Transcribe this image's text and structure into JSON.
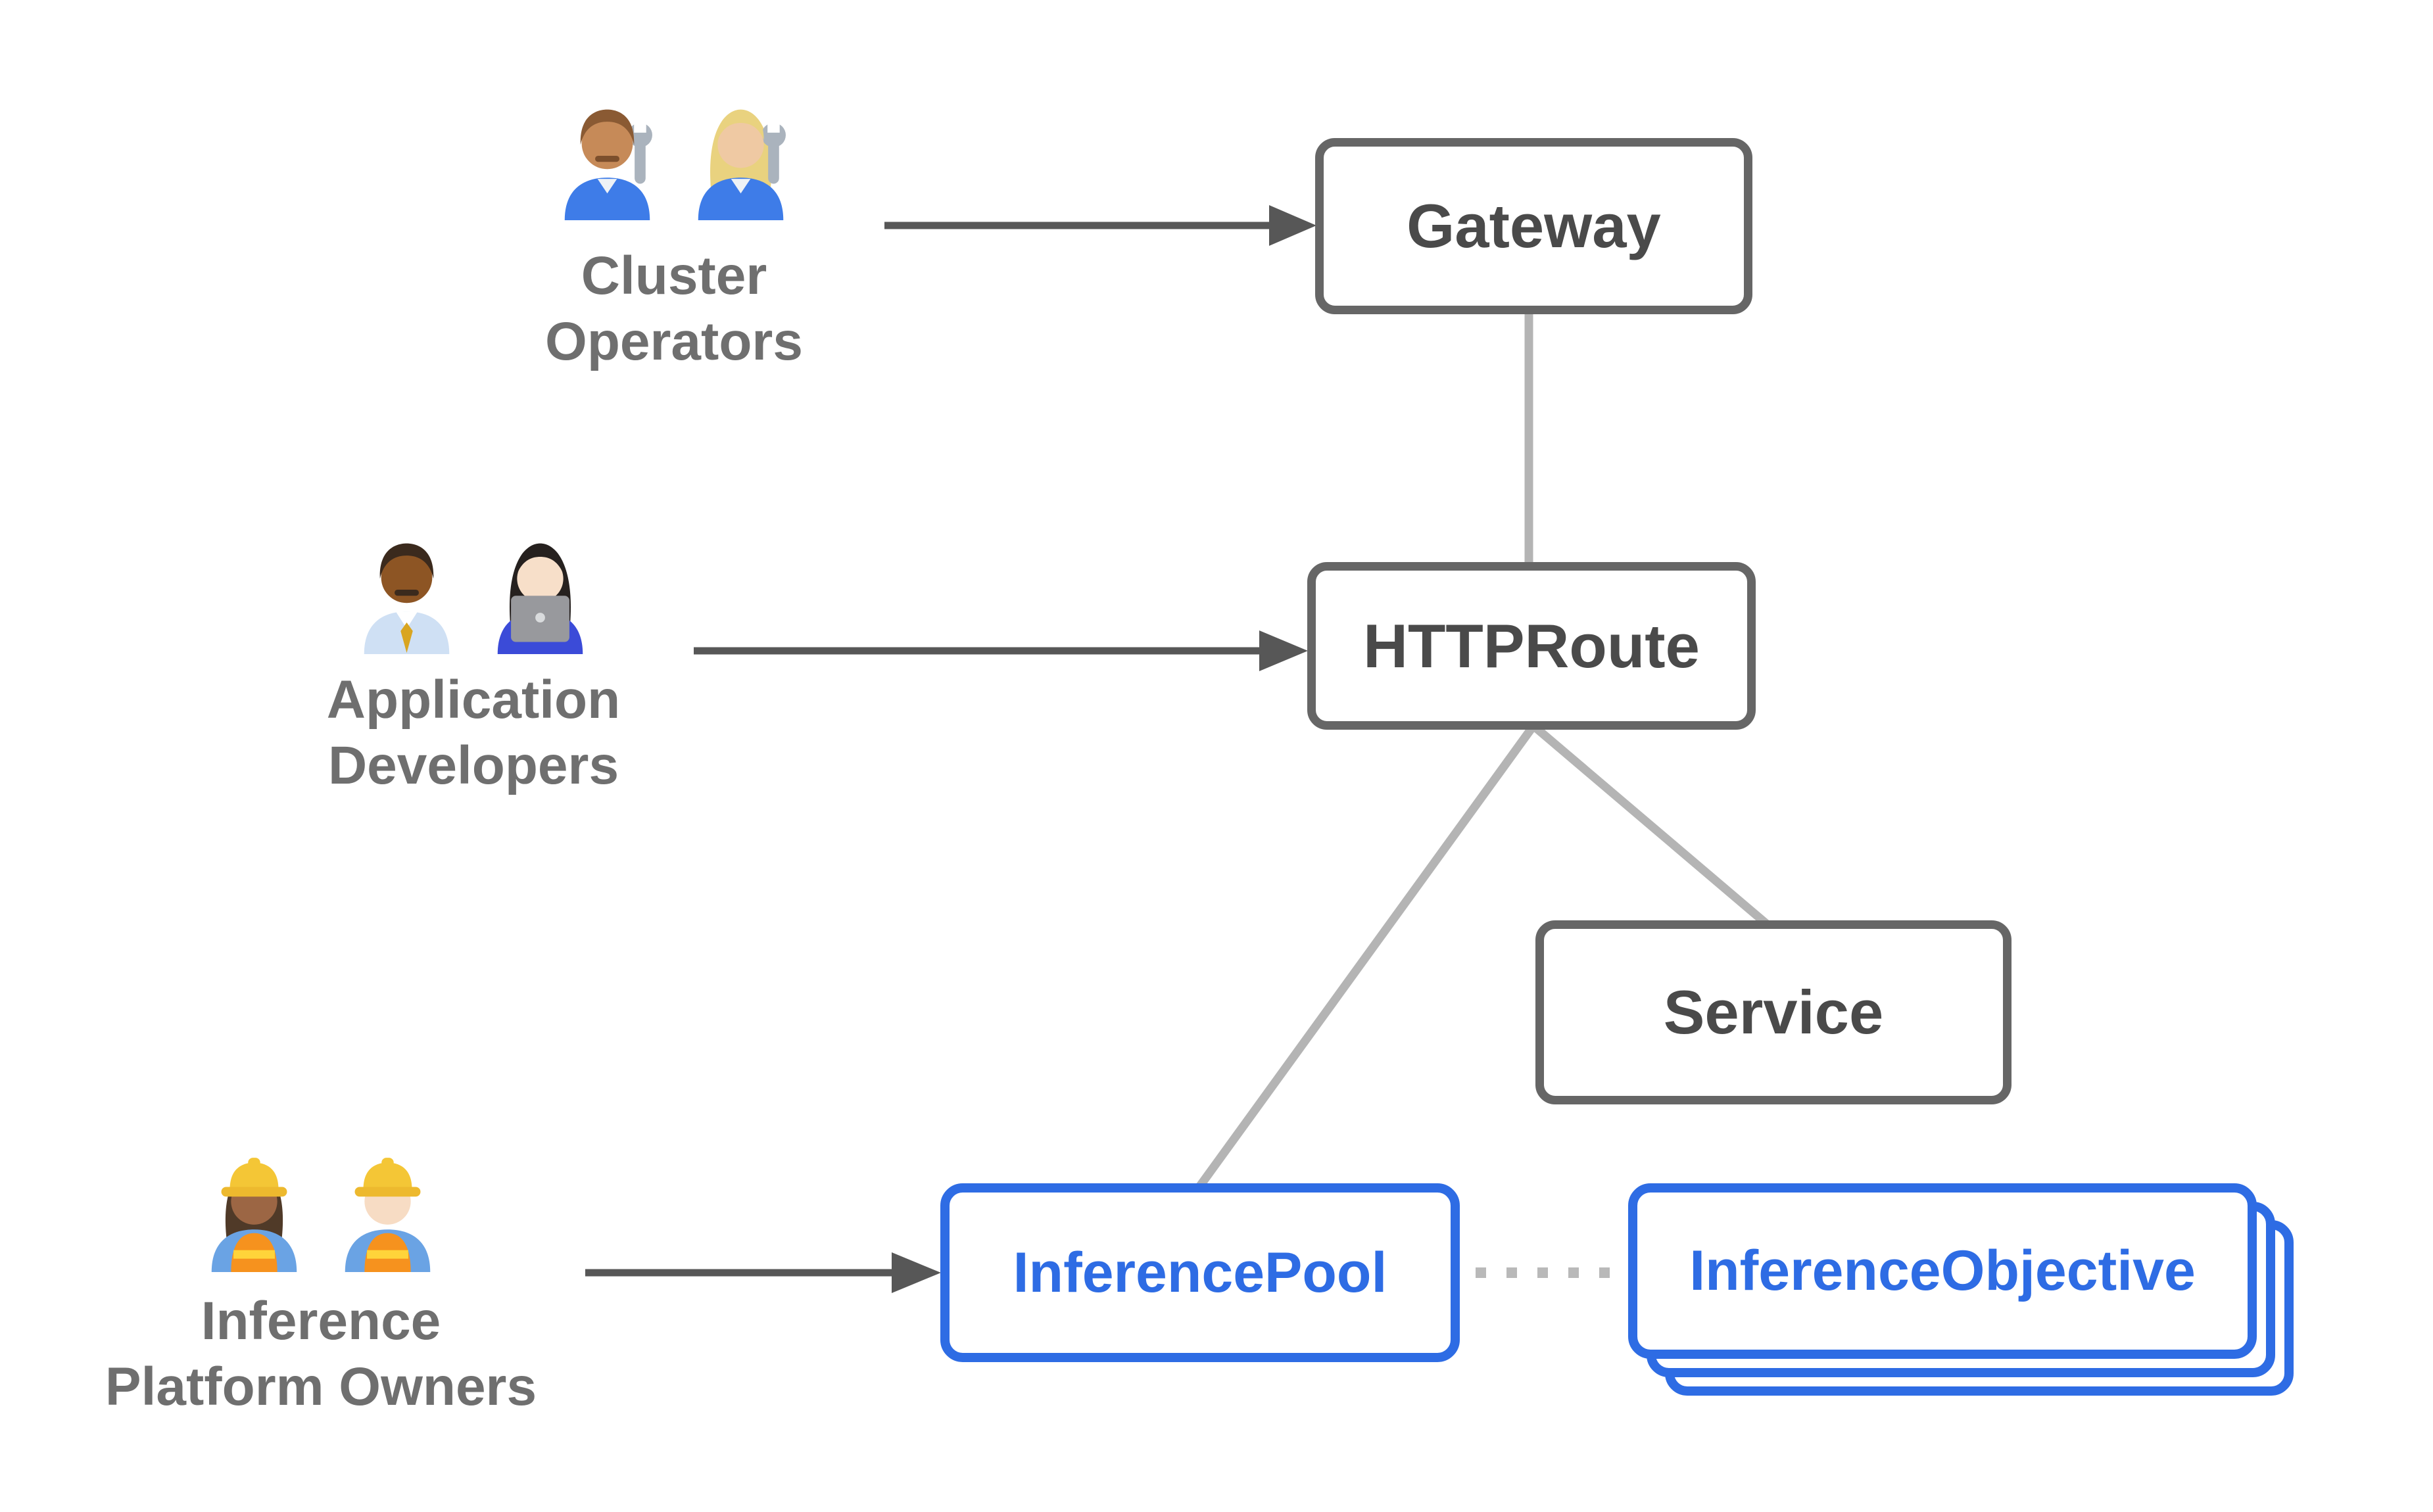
{
  "diagram": {
    "personas": [
      {
        "id": "cluster-operators",
        "label_lines": [
          "Cluster",
          "Operators"
        ],
        "icons": [
          "man-mechanic-emoji",
          "woman-mechanic-emoji"
        ]
      },
      {
        "id": "application-developers",
        "label_lines": [
          "Application",
          "Developers"
        ],
        "icons": [
          "man-office-worker-emoji",
          "woman-technologist-emoji"
        ]
      },
      {
        "id": "inference-platform-owners",
        "label_lines": [
          "Inference",
          "Platform Owners"
        ],
        "icons": [
          "woman-construction-worker-emoji",
          "man-construction-worker-emoji"
        ]
      }
    ],
    "nodes": [
      {
        "id": "gateway",
        "label": "Gateway",
        "style": "gray"
      },
      {
        "id": "httproute",
        "label": "HTTPRoute",
        "style": "gray"
      },
      {
        "id": "service",
        "label": "Service",
        "style": "gray"
      },
      {
        "id": "inferencepool",
        "label": "InferencePool",
        "style": "blue"
      },
      {
        "id": "inferenceobjective",
        "label": "InferenceObjective",
        "style": "blue",
        "stack_count": 3
      }
    ],
    "edges": [
      {
        "from": "cluster-operators",
        "to": "gateway",
        "style": "solid-arrow"
      },
      {
        "from": "application-developers",
        "to": "httproute",
        "style": "solid-arrow"
      },
      {
        "from": "inference-platform-owners",
        "to": "inferencepool",
        "style": "solid-arrow"
      },
      {
        "from": "gateway",
        "to": "httproute",
        "style": "plain-line"
      },
      {
        "from": "httproute",
        "to": "inferencepool",
        "style": "plain-line"
      },
      {
        "from": "httproute",
        "to": "service",
        "style": "plain-line"
      },
      {
        "from": "inferencepool",
        "to": "inferenceobjective",
        "style": "dotted-line"
      }
    ],
    "colors": {
      "node_border_gray": "#666666",
      "node_text_gray": "#4a4a4a",
      "node_blue": "#2e6ce4",
      "connector_light_gray": "#b4b4b4",
      "arrow_dark_gray": "#575757",
      "persona_text_gray": "#6f6f6f",
      "background": "#ffffff"
    }
  }
}
